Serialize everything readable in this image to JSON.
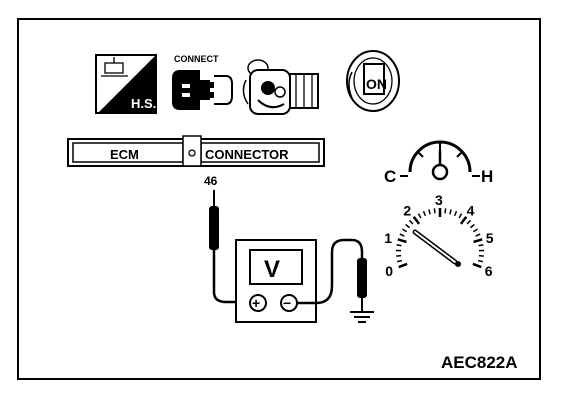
{
  "icons": {
    "hs_icon": {
      "label": "H.S."
    },
    "connect_icon": {
      "label": "CONNECT"
    },
    "engine_icon": {},
    "ignition_icon": {
      "label": "ON"
    }
  },
  "connector": {
    "ecm_label": "ECM",
    "connector_label": "CONNECTOR",
    "pin": "46"
  },
  "voltmeter": {
    "label": "V",
    "plus": "+",
    "minus": "−"
  },
  "temp_gauge": {
    "cold": "C",
    "hot": "H"
  },
  "gauge": {
    "ticks": [
      "0",
      "1",
      "2",
      "3",
      "4",
      "5",
      "6"
    ]
  },
  "ref_code": "AEC822A"
}
